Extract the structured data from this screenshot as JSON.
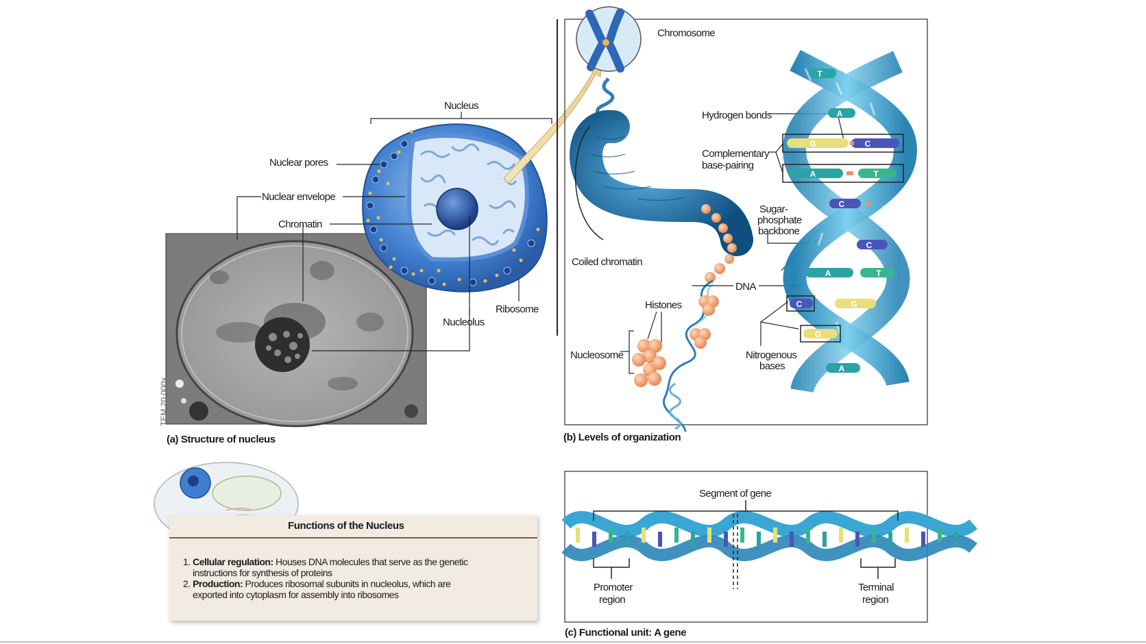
{
  "panel_a": {
    "caption": "(a) Structure of nucleus",
    "tem_label": "TEM 20,000x",
    "labels": {
      "nucleus": "Nucleus",
      "nuclear_pores": "Nuclear pores",
      "nuclear_envelope": "Nuclear envelope",
      "chromatin": "Chromatin",
      "nucleolus": "Nucleolus",
      "ribosome": "Ribosome"
    }
  },
  "panel_b": {
    "caption": "(b) Levels of organization",
    "labels": {
      "chromosome": "Chromosome",
      "coiled_chromatin": "Coiled chromatin",
      "histones": "Histones",
      "nucleosome": "Nucleosome",
      "dna": "DNA",
      "hydrogen_bonds": "Hydrogen bonds",
      "complementary_base_pairing": [
        "Complementary",
        "base-pairing"
      ],
      "sugar_phosphate_backbone": [
        "Sugar-",
        "phosphate",
        "backbone"
      ],
      "nitrogenous_bases": [
        "Nitrogenous",
        "bases"
      ]
    },
    "bases": [
      "T",
      "A",
      "G",
      "C",
      "A",
      "T",
      "C",
      "C",
      "A",
      "T",
      "C",
      "G",
      "G",
      "A"
    ]
  },
  "panel_c": {
    "caption": "(c) Functional unit: A gene",
    "labels": {
      "segment_of_gene": "Segment of gene",
      "promoter_region": [
        "Promoter",
        "region"
      ],
      "terminal_region": [
        "Terminal",
        "region"
      ]
    }
  },
  "functions": {
    "title": "Functions of the Nucleus",
    "items": [
      {
        "num": "1.",
        "term": "Cellular regulation:",
        "text": " Houses DNA molecules that serve as the genetic",
        "text2": "instructions for synthesis of proteins"
      },
      {
        "num": "2.",
        "term": "Production:",
        "text": " Produces ribosomal subunits in nucleolus, which are",
        "text2": "exported into cytoplasm for assembly into ribosomes"
      }
    ]
  },
  "colors": {
    "nucleus_blue": "#3f7fcf",
    "dna_teal": "#2a9bc4",
    "histone_orange": "#f0a070",
    "base_yellow": "#e8de7a",
    "base_purple": "#4a55b8",
    "func_bg": "#f1ebe2"
  }
}
